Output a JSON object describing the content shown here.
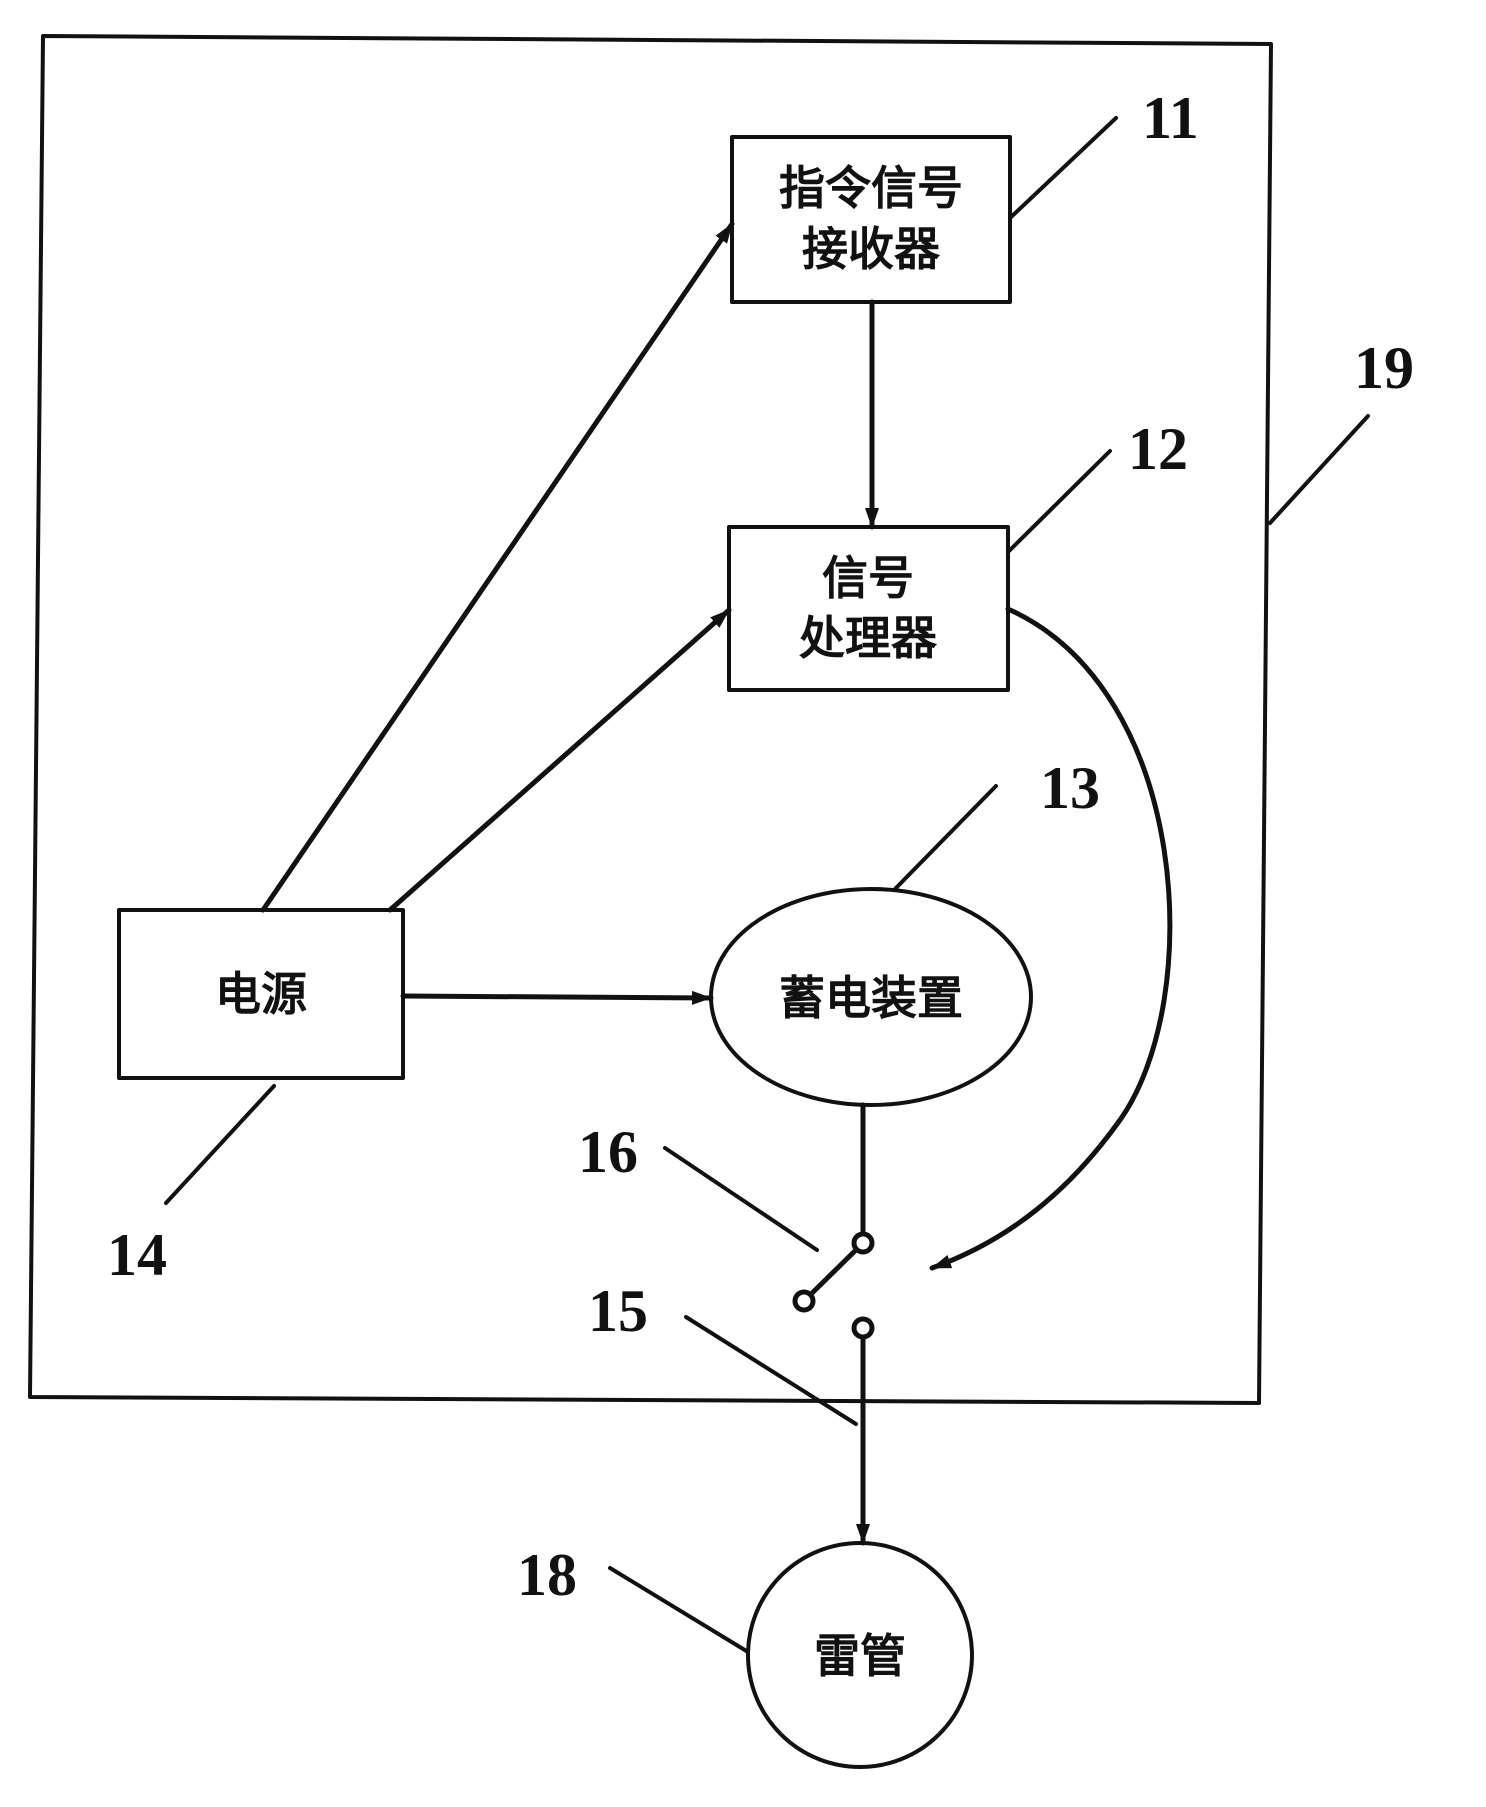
{
  "blocks": {
    "receiver": {
      "line1": "指令信号",
      "line2": "接收器",
      "ref": "11"
    },
    "processor": {
      "line1": "信号",
      "line2": "处理器",
      "ref": "12"
    },
    "storage": {
      "label": "蓄电装置",
      "ref": "13"
    },
    "power": {
      "label": "电源",
      "ref": "14"
    },
    "detonator": {
      "label": "雷管",
      "ref": "18"
    }
  },
  "refs": {
    "output_line": "15",
    "switch": "16",
    "enclosure": "19"
  },
  "colors": {
    "ink": "#111111",
    "background": "#ffffff"
  }
}
